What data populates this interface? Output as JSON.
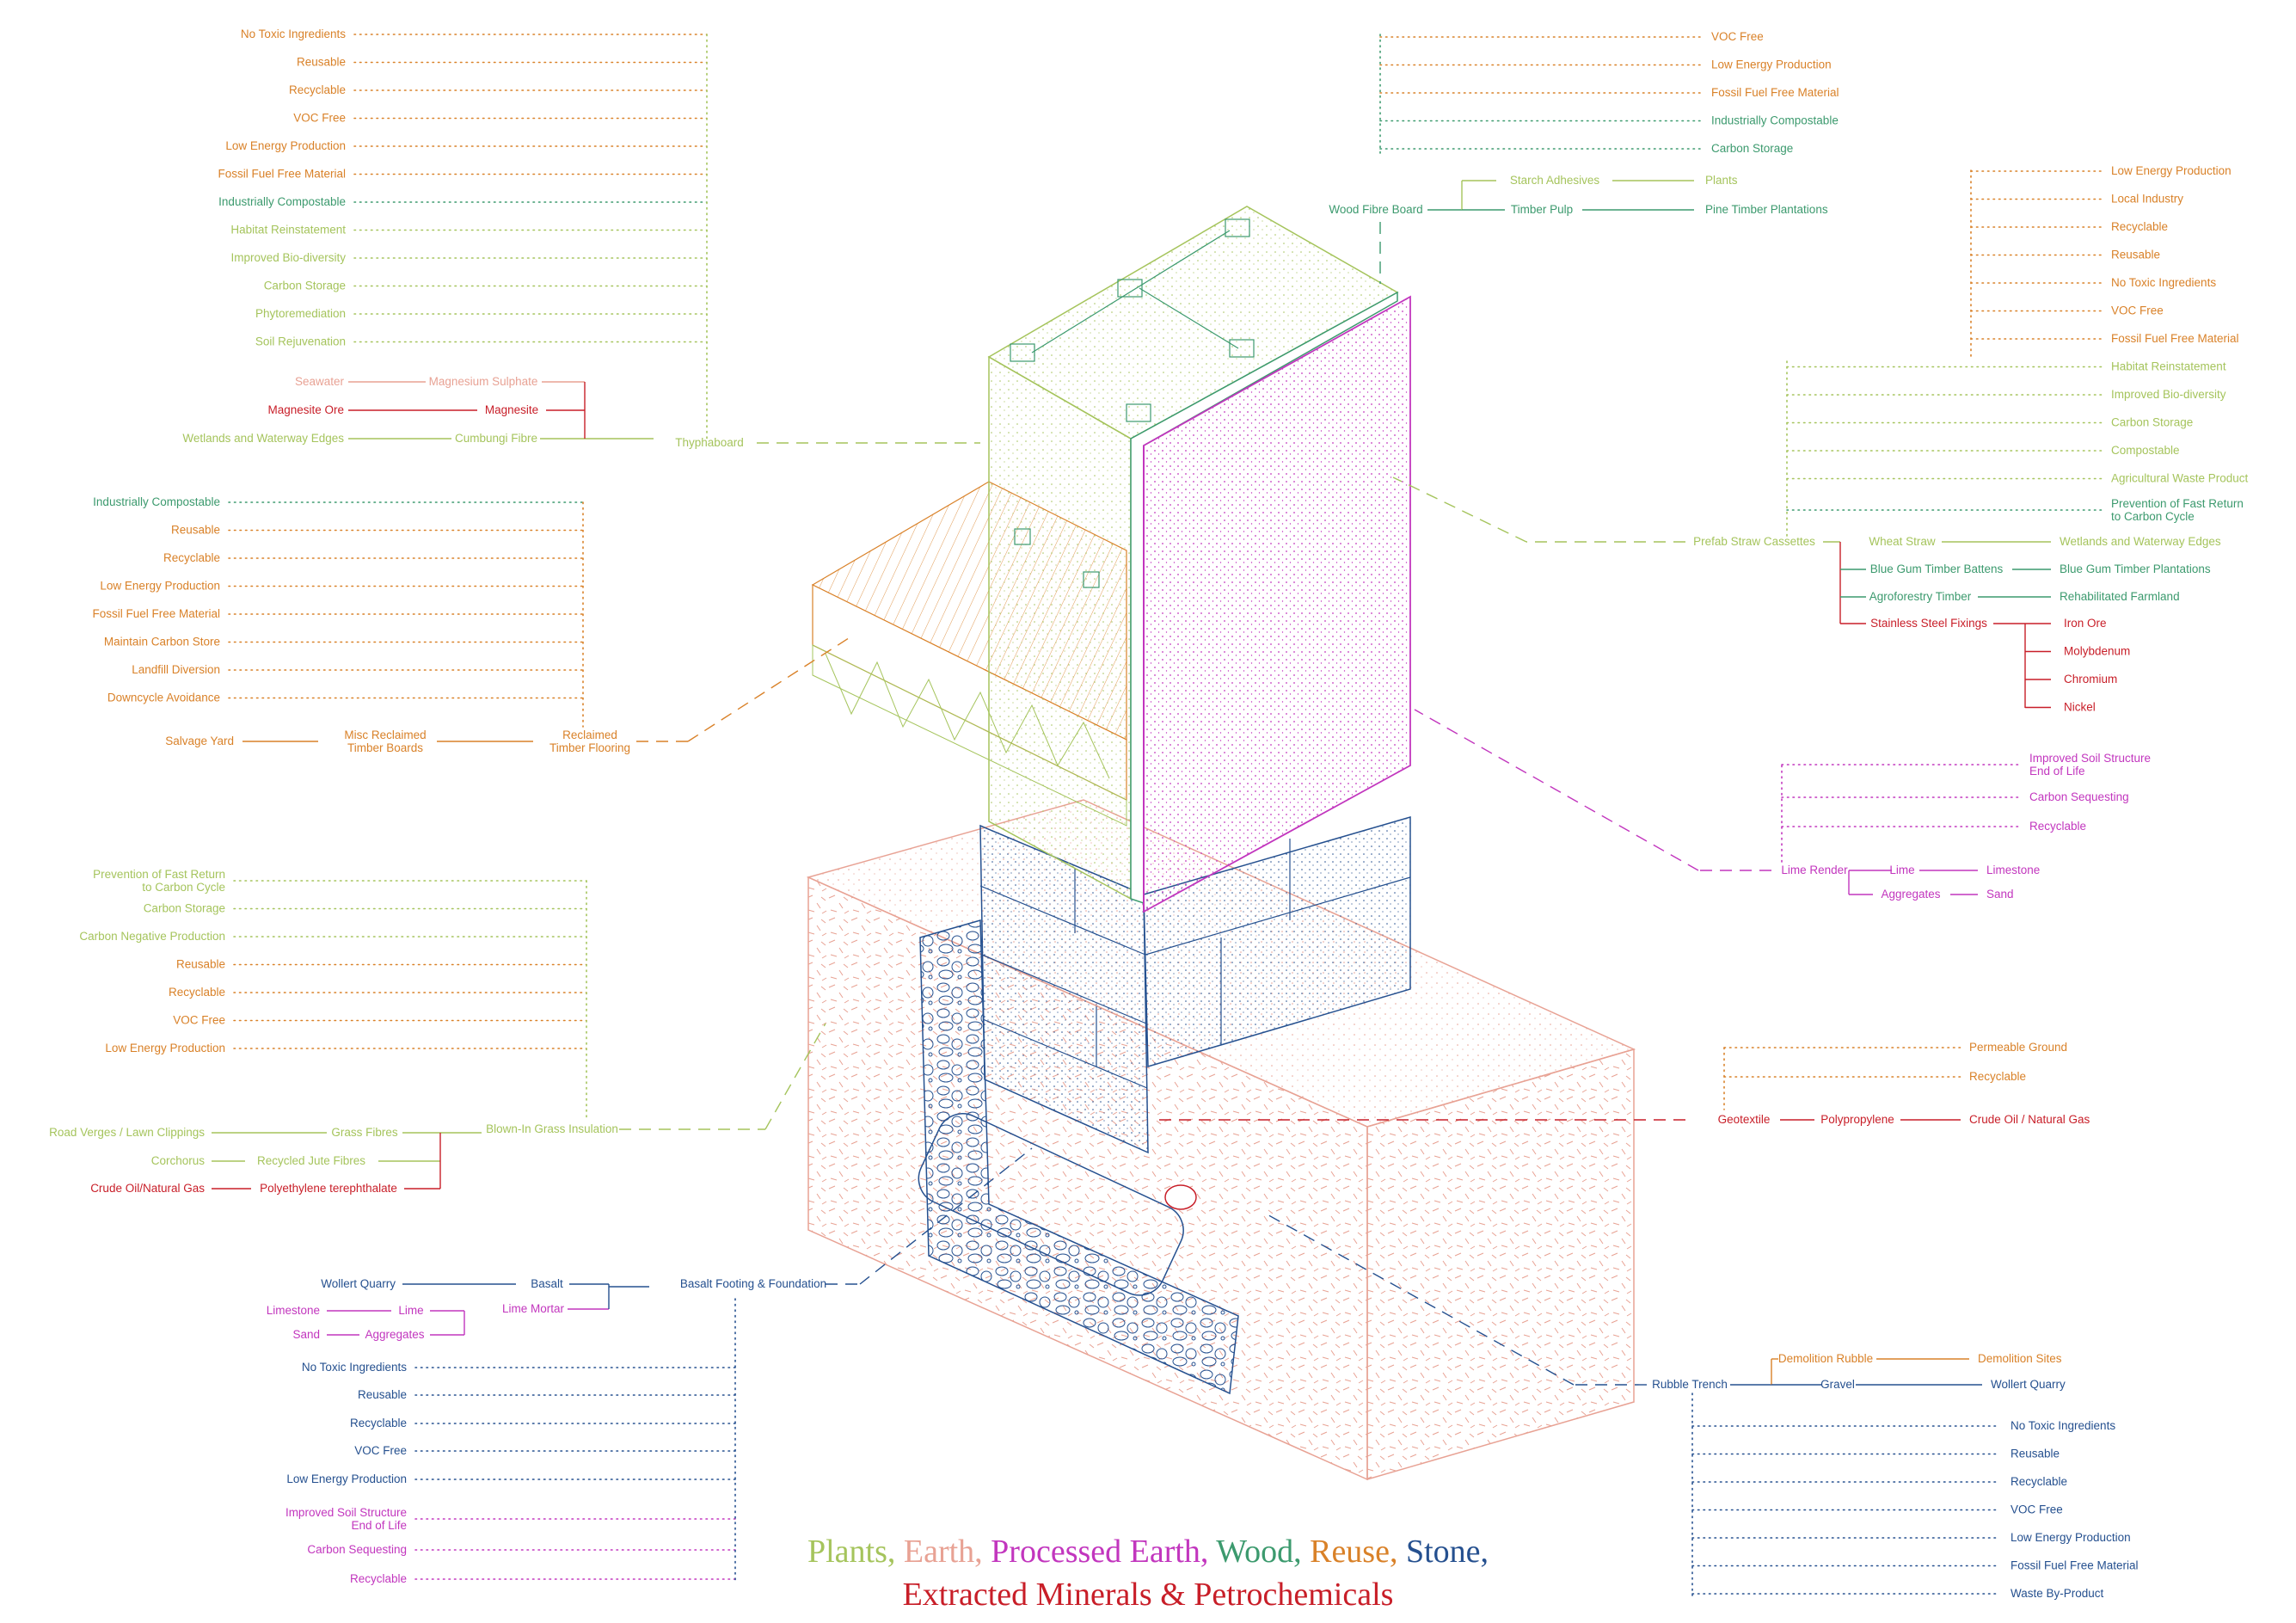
{
  "colors": {
    "plants": "#a5c45c",
    "earth": "#e8a294",
    "processed": "#c236be",
    "wood": "#3c9a6e",
    "reuse": "#d98128",
    "stone": "#25508f",
    "extracted": "#c81e28"
  },
  "groups": [
    {
      "name": "thyphaboard",
      "anchor": "Thyphaboard",
      "anchorColor": "plants",
      "props": [
        {
          "t": "No Toxic Ingredients",
          "c": "reuse"
        },
        {
          "t": "Reusable",
          "c": "reuse"
        },
        {
          "t": "Recyclable",
          "c": "reuse"
        },
        {
          "t": "VOC Free",
          "c": "reuse"
        },
        {
          "t": "Low Energy Production",
          "c": "reuse"
        },
        {
          "t": "Fossil Fuel Free Material",
          "c": "reuse"
        },
        {
          "t": "Industrially Compostable",
          "c": "wood"
        },
        {
          "t": "Habitat Reinstatement",
          "c": "plants"
        },
        {
          "t": "Improved Bio-diversity",
          "c": "plants"
        },
        {
          "t": "Carbon Storage",
          "c": "plants"
        },
        {
          "t": "Phytoremediation",
          "c": "plants"
        },
        {
          "t": "Soil Rejuvenation",
          "c": "plants"
        }
      ],
      "sources": [
        {
          "t": "Seawater",
          "c": "earth"
        },
        {
          "t": "Magnesium Sulphate",
          "c": "earth"
        },
        {
          "t": "Magnesite Ore",
          "c": "extracted"
        },
        {
          "t": "Magnesite",
          "c": "extracted"
        },
        {
          "t": "Wetlands and Waterway Edges",
          "c": "plants"
        },
        {
          "t": "Cumbungi Fibre",
          "c": "plants"
        }
      ]
    },
    {
      "name": "reclaimed-flooring",
      "anchor": "Reclaimed\nTimber Flooring",
      "anchorColor": "reuse",
      "props": [
        {
          "t": "Industrially Compostable",
          "c": "wood"
        },
        {
          "t": "Reusable",
          "c": "reuse"
        },
        {
          "t": "Recyclable",
          "c": "reuse"
        },
        {
          "t": "Low Energy Production",
          "c": "reuse"
        },
        {
          "t": "Fossil Fuel Free Material",
          "c": "reuse"
        },
        {
          "t": "Maintain Carbon Store",
          "c": "reuse"
        },
        {
          "t": "Landfill Diversion",
          "c": "reuse"
        },
        {
          "t": "Downcycle Avoidance",
          "c": "reuse"
        }
      ],
      "sources": [
        {
          "t": "Salvage Yard",
          "c": "reuse"
        },
        {
          "t": "Misc Reclaimed\nTimber Boards",
          "c": "reuse"
        }
      ]
    },
    {
      "name": "grass-insulation",
      "anchor": "Blown-In Grass Insulation",
      "anchorColor": "plants",
      "props": [
        {
          "t": "Prevention of Fast Return\nto Carbon Cycle",
          "c": "plants"
        },
        {
          "t": "Carbon Storage",
          "c": "plants"
        },
        {
          "t": "Carbon Negative Production",
          "c": "plants"
        },
        {
          "t": "Reusable",
          "c": "reuse"
        },
        {
          "t": "Recyclable",
          "c": "reuse"
        },
        {
          "t": "VOC Free",
          "c": "reuse"
        },
        {
          "t": "Low Energy Production",
          "c": "reuse"
        }
      ],
      "sources": [
        {
          "t": "Road Verges / Lawn Clippings",
          "c": "plants"
        },
        {
          "t": "Grass Fibres",
          "c": "plants"
        },
        {
          "t": "Corchorus",
          "c": "plants"
        },
        {
          "t": "Recycled Jute Fibres",
          "c": "plants"
        },
        {
          "t": "Crude Oil/Natural Gas",
          "c": "extracted"
        },
        {
          "t": "Polyethylene terephthalate",
          "c": "extracted"
        }
      ]
    },
    {
      "name": "basalt-footing",
      "anchor": "Basalt Footing & Foundation",
      "anchorColor": "stone",
      "props": [
        {
          "t": "No Toxic Ingredients",
          "c": "stone"
        },
        {
          "t": "Reusable",
          "c": "stone"
        },
        {
          "t": "Recyclable",
          "c": "stone"
        },
        {
          "t": "VOC Free",
          "c": "stone"
        },
        {
          "t": "Low Energy Production",
          "c": "stone"
        },
        {
          "t": "Improved Soil Structure\nEnd of Life",
          "c": "processed"
        },
        {
          "t": "Carbon Sequesting",
          "c": "processed"
        },
        {
          "t": "Recyclable",
          "c": "processed"
        }
      ],
      "sources": [
        {
          "t": "Wollert Quarry",
          "c": "stone"
        },
        {
          "t": "Basalt",
          "c": "stone"
        },
        {
          "t": "Limestone",
          "c": "processed"
        },
        {
          "t": "Lime",
          "c": "processed"
        },
        {
          "t": "Lime Mortar",
          "c": "processed"
        },
        {
          "t": "Sand",
          "c": "processed"
        },
        {
          "t": "Aggregates",
          "c": "processed"
        }
      ]
    },
    {
      "name": "wood-fibre-board",
      "anchor": "Wood Fibre Board",
      "anchorColor": "wood",
      "props": [
        {
          "t": "VOC Free",
          "c": "reuse"
        },
        {
          "t": "Low Energy Production",
          "c": "reuse"
        },
        {
          "t": "Fossil Fuel Free Material",
          "c": "reuse"
        },
        {
          "t": "Industrially Compostable",
          "c": "wood"
        },
        {
          "t": "Carbon Storage",
          "c": "wood"
        }
      ],
      "sources": [
        {
          "t": "Starch Adhesives",
          "c": "plants"
        },
        {
          "t": "Plants",
          "c": "plants"
        },
        {
          "t": "Timber Pulp",
          "c": "wood"
        },
        {
          "t": "Pine Timber Plantations",
          "c": "wood"
        }
      ]
    },
    {
      "name": "straw-cassettes",
      "anchor": "Prefab Straw Cassettes",
      "anchorColor": "plants",
      "props": [
        {
          "t": "Low Energy Production",
          "c": "reuse"
        },
        {
          "t": "Local Industry",
          "c": "reuse"
        },
        {
          "t": "Recyclable",
          "c": "reuse"
        },
        {
          "t": "Reusable",
          "c": "reuse"
        },
        {
          "t": "No Toxic Ingredients",
          "c": "reuse"
        },
        {
          "t": "VOC Free",
          "c": "reuse"
        },
        {
          "t": "Fossil Fuel Free Material",
          "c": "reuse"
        },
        {
          "t": "Habitat Reinstatement",
          "c": "plants"
        },
        {
          "t": "Improved Bio-diversity",
          "c": "plants"
        },
        {
          "t": "Carbon Storage",
          "c": "plants"
        },
        {
          "t": "Compostable",
          "c": "plants"
        },
        {
          "t": "Agricultural Waste Product",
          "c": "plants"
        },
        {
          "t": "Prevention of Fast Return\nto Carbon Cycle",
          "c": "wood"
        }
      ],
      "sources": [
        {
          "t": "Wheat Straw",
          "c": "plants"
        },
        {
          "t": "Wetlands and Waterway Edges",
          "c": "plants"
        },
        {
          "t": "Blue Gum Timber Battens",
          "c": "wood"
        },
        {
          "t": "Blue Gum Timber Plantations",
          "c": "wood"
        },
        {
          "t": "Agroforestry Timber",
          "c": "wood"
        },
        {
          "t": "Rehabilitated Farmland",
          "c": "wood"
        },
        {
          "t": "Stainless Steel Fixings",
          "c": "extracted"
        },
        {
          "t": "Iron Ore",
          "c": "extracted"
        },
        {
          "t": "Molybdenum",
          "c": "extracted"
        },
        {
          "t": "Chromium",
          "c": "extracted"
        },
        {
          "t": "Nickel",
          "c": "extracted"
        }
      ]
    },
    {
      "name": "lime-render",
      "anchor": "Lime Render",
      "anchorColor": "processed",
      "props": [
        {
          "t": "Improved Soil Structure\nEnd of Life",
          "c": "processed"
        },
        {
          "t": "Carbon Sequesting",
          "c": "processed"
        },
        {
          "t": "Recyclable",
          "c": "processed"
        }
      ],
      "sources": [
        {
          "t": "Lime",
          "c": "processed"
        },
        {
          "t": "Limestone",
          "c": "processed"
        },
        {
          "t": "Aggregates",
          "c": "processed"
        },
        {
          "t": "Sand",
          "c": "processed"
        }
      ]
    },
    {
      "name": "geotextile",
      "anchor": "Geotextile",
      "anchorColor": "extracted",
      "props": [
        {
          "t": "Permeable Ground",
          "c": "reuse"
        },
        {
          "t": "Recyclable",
          "c": "reuse"
        }
      ],
      "sources": [
        {
          "t": "Polypropylene",
          "c": "extracted"
        },
        {
          "t": "Crude Oil / Natural Gas",
          "c": "extracted"
        }
      ]
    },
    {
      "name": "rubble-trench",
      "anchor": "Rubble Trench",
      "anchorColor": "stone",
      "props": [
        {
          "t": "No Toxic Ingredients",
          "c": "stone"
        },
        {
          "t": "Reusable",
          "c": "stone"
        },
        {
          "t": "Recyclable",
          "c": "stone"
        },
        {
          "t": "VOC Free",
          "c": "stone"
        },
        {
          "t": "Low Energy Production",
          "c": "stone"
        },
        {
          "t": "Fossil Fuel Free Material",
          "c": "stone"
        },
        {
          "t": "Waste By-Product",
          "c": "stone"
        }
      ],
      "sources": [
        {
          "t": "Demolition Rubble",
          "c": "reuse"
        },
        {
          "t": "Demolition Sites",
          "c": "reuse"
        },
        {
          "t": "Gravel",
          "c": "stone"
        },
        {
          "t": "Wollert Quarry",
          "c": "stone"
        }
      ]
    }
  ],
  "legend": {
    "line1": [
      {
        "t": "Plants,",
        "c": "plants"
      },
      {
        "t": "Earth,",
        "c": "earth"
      },
      {
        "t": "Processed Earth,",
        "c": "processed"
      },
      {
        "t": "Wood,",
        "c": "wood"
      },
      {
        "t": "Reuse,",
        "c": "reuse"
      },
      {
        "t": "Stone,",
        "c": "stone"
      }
    ],
    "line2": [
      {
        "t": "Extracted Minerals & Petrochemicals",
        "c": "extracted"
      }
    ]
  }
}
